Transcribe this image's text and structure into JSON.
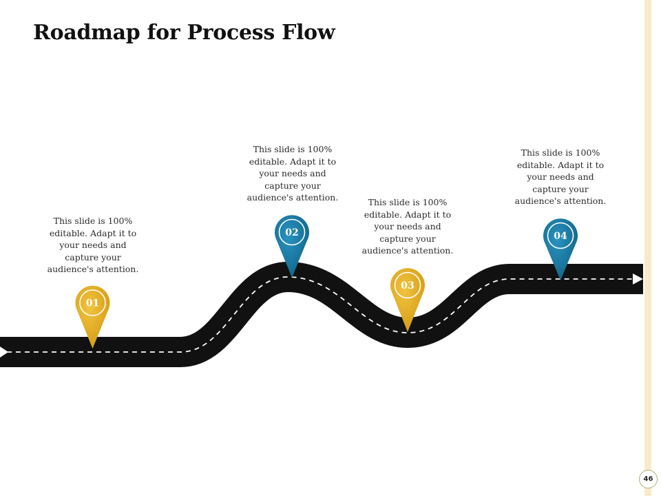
{
  "slide": {
    "title": "Roadmap for Process Flow",
    "page_number": "46"
  },
  "colors": {
    "road": "#111111",
    "road_marking": "#ffffff",
    "gold": "#e0aa1e",
    "blue": "#1779a3",
    "side_strip": "#f7ebcc"
  },
  "steps": [
    {
      "number": "01",
      "color": "gold",
      "text": "This slide is 100% editable. Adapt it to your needs and capture your audience's attention."
    },
    {
      "number": "02",
      "color": "blue",
      "text": "This slide is 100% editable. Adapt it to your needs and capture your audience's attention."
    },
    {
      "number": "03",
      "color": "gold",
      "text": "This slide is 100% editable. Adapt it to your needs and capture your audience's attention."
    },
    {
      "number": "04",
      "color": "blue",
      "text": "This slide is 100% editable. Adapt it to your needs and capture your audience's attention."
    }
  ]
}
